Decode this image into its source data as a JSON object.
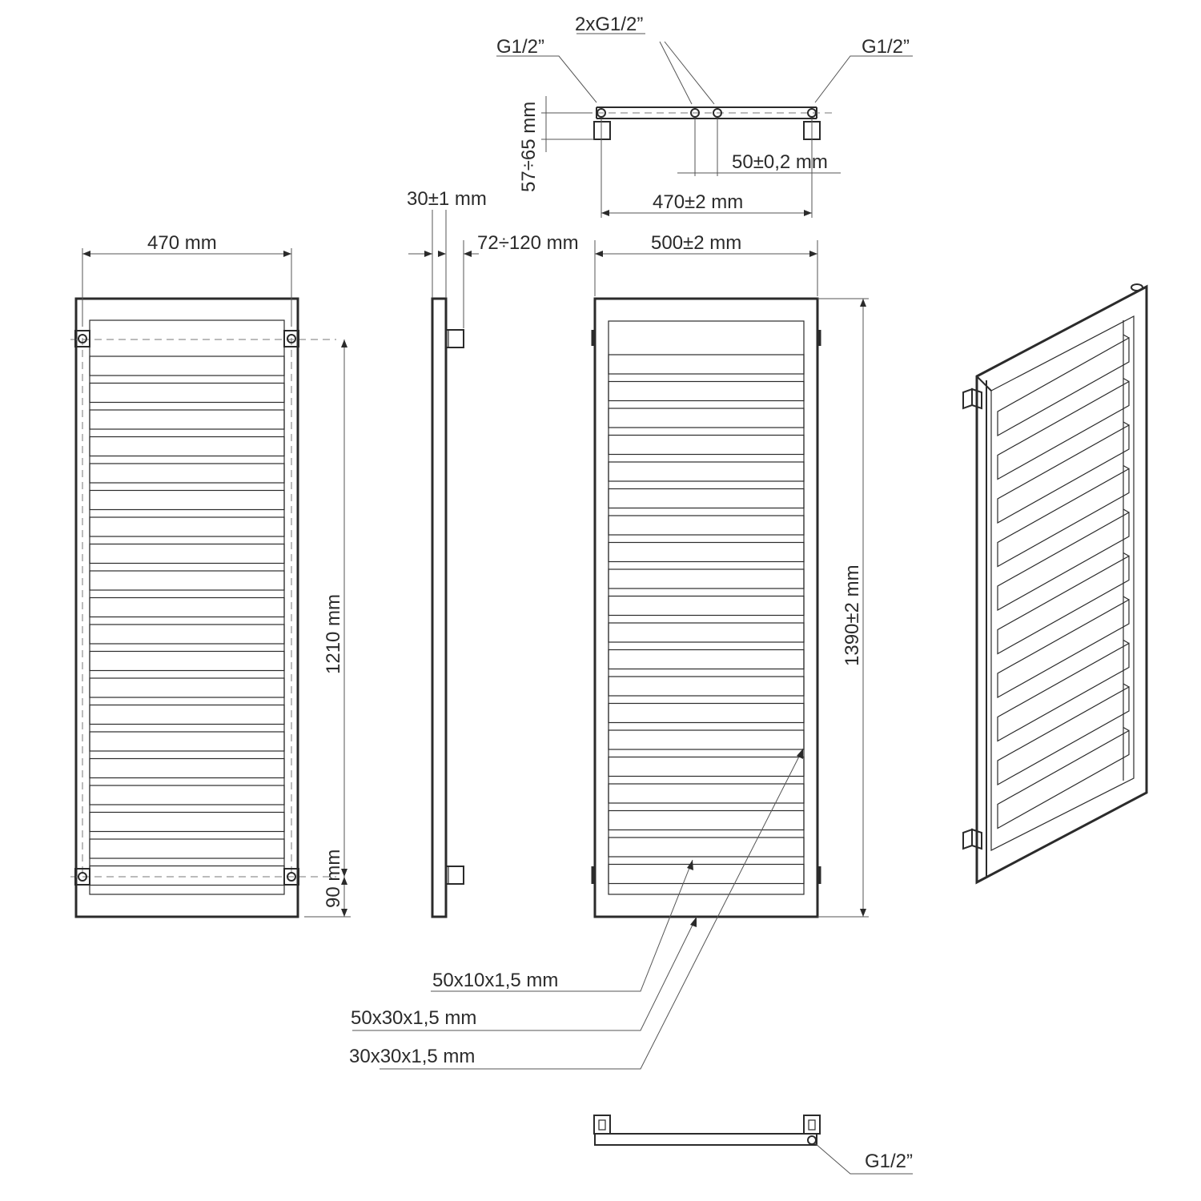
{
  "top_view": {
    "left_connection": "G1/2”",
    "middle_connection": "2xG1/2”",
    "right_connection": "G1/2”",
    "wall_distance": "57÷65 mm",
    "spacing_middle": "50±0,2 mm",
    "spacing_outer": "470±2 mm"
  },
  "rear_view": {
    "width": "470 mm",
    "height": "1210 mm",
    "bottom": "90 mm"
  },
  "side_view": {
    "depth": "30±1 mm",
    "wall_gap": "72÷120 mm"
  },
  "front_view": {
    "width": "500±2 mm",
    "height": "1390±2 mm"
  },
  "profiles": {
    "rung": "50x10x1,5 mm",
    "outer_frame": "50x30x1,5 mm",
    "inner_frame": "30x30x1,5 mm"
  },
  "bottom_view": {
    "connection": "G1/2”"
  },
  "colors": {
    "line": "#2b2b2b",
    "background": "#ffffff"
  }
}
